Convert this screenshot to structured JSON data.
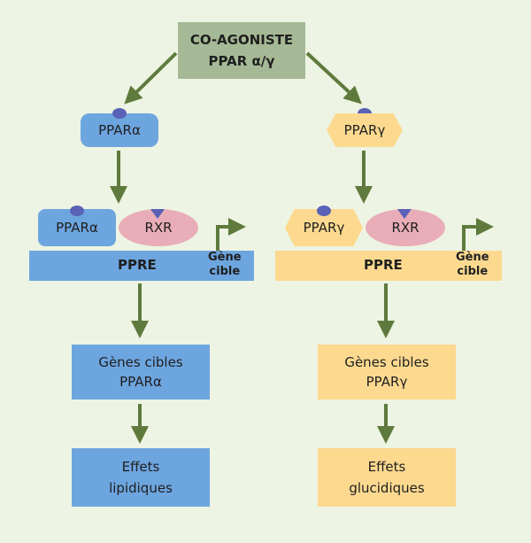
{
  "top": {
    "line1": "CO-AGONISTE",
    "line2": "PPAR α/γ"
  },
  "left": {
    "receptor": "PPARα",
    "rxr": "RXR",
    "ppre": "PPRE",
    "gene_line1": "Gène",
    "gene_line2": "cible",
    "target_line1": "Gènes cibles",
    "target_line2": "PPARα",
    "effect_line1": "Effets",
    "effect_line2": "lipidiques"
  },
  "right": {
    "receptor": "PPARγ",
    "rxr": "RXR",
    "ppre": "PPRE",
    "gene_line1": "Gène",
    "gene_line2": "cible",
    "target_line1": "Gènes cibles",
    "target_line2": "PPARγ",
    "effect_line1": "Effets",
    "effect_line2": "glucidiques"
  },
  "colors": {
    "background": "#edf4e3",
    "arrow_green": "#5e7a3c",
    "blue": "#6da5df",
    "yellow": "#fcd98f",
    "pink": "#e8adb8",
    "ligand": "#5962b6",
    "top_box": "#a5b996"
  }
}
